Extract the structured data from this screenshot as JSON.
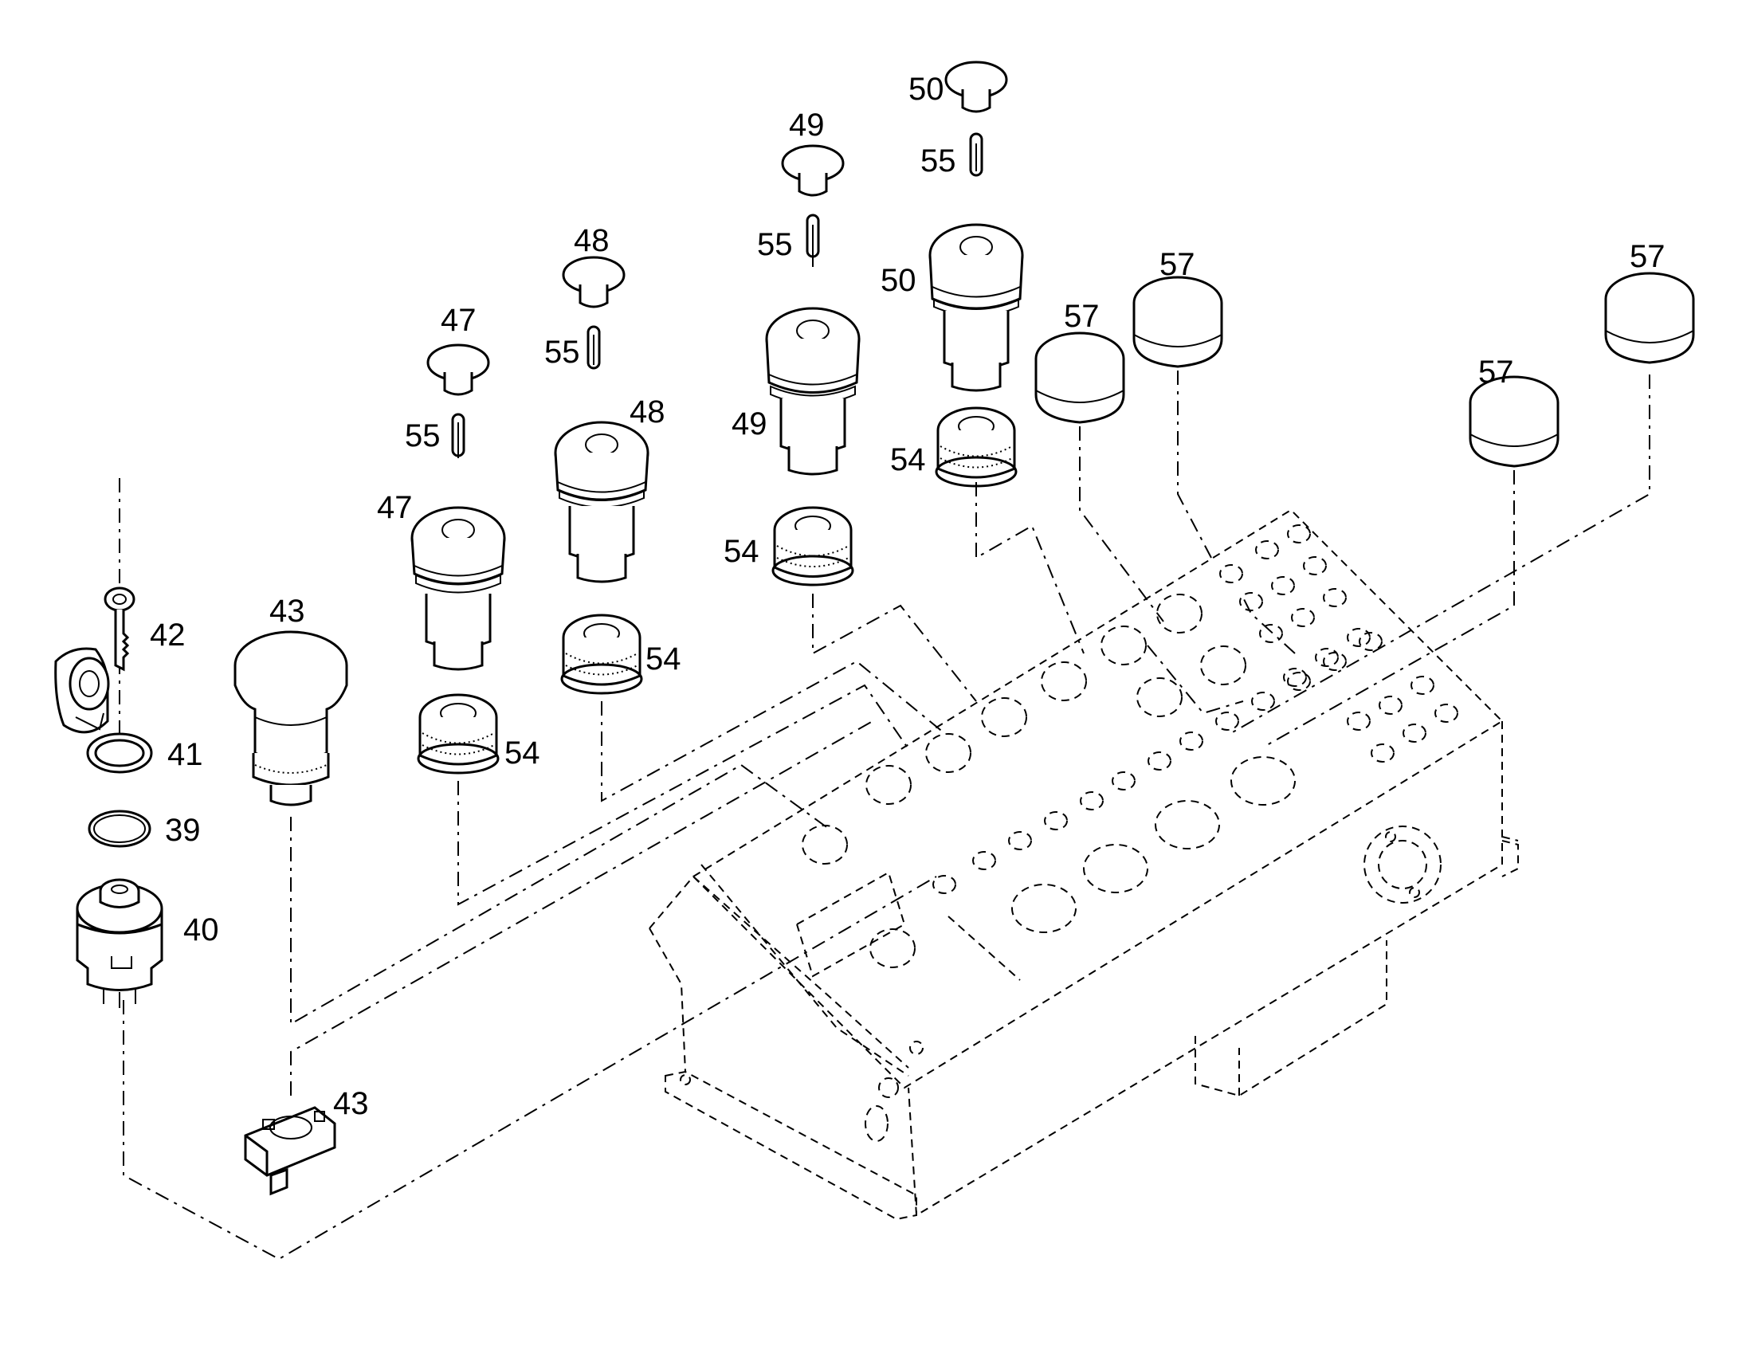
{
  "callouts": [
    {
      "id": "c-50-top",
      "text": "50"
    },
    {
      "id": "c-55-a",
      "text": "55"
    },
    {
      "id": "c-49-top",
      "text": "49"
    },
    {
      "id": "c-55-b",
      "text": "55"
    },
    {
      "id": "c-50-body",
      "text": "50"
    },
    {
      "id": "c-48-top",
      "text": "48"
    },
    {
      "id": "c-55-c",
      "text": "55"
    },
    {
      "id": "c-57-a",
      "text": "57"
    },
    {
      "id": "c-57-b",
      "text": "57"
    },
    {
      "id": "c-57-c",
      "text": "57"
    },
    {
      "id": "c-57-d",
      "text": "57"
    },
    {
      "id": "c-47-top",
      "text": "47"
    },
    {
      "id": "c-48-body",
      "text": "48"
    },
    {
      "id": "c-49-body",
      "text": "49"
    },
    {
      "id": "c-55-d",
      "text": "55"
    },
    {
      "id": "c-54-a",
      "text": "54"
    },
    {
      "id": "c-47-body",
      "text": "47"
    },
    {
      "id": "c-54-b",
      "text": "54"
    },
    {
      "id": "c-43-top",
      "text": "43"
    },
    {
      "id": "c-42",
      "text": "42"
    },
    {
      "id": "c-54-c",
      "text": "54"
    },
    {
      "id": "c-41",
      "text": "41"
    },
    {
      "id": "c-54-d",
      "text": "54"
    },
    {
      "id": "c-39",
      "text": "39"
    },
    {
      "id": "c-40",
      "text": "40"
    },
    {
      "id": "c-43-bottom",
      "text": "43"
    }
  ]
}
